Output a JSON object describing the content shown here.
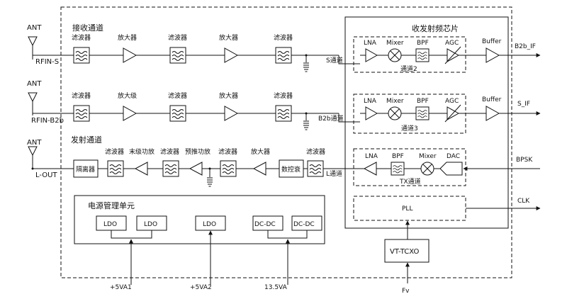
{
  "diagram": {
    "receive_title": "接收通道",
    "transmit_title": "发射通道",
    "chip_title": "收发射频芯片",
    "power_title": "电源管理单元"
  },
  "antennas": {
    "ant_label": "ANT",
    "ports": [
      "RFIN-S",
      "RFIN-B2b",
      "L-OUT"
    ]
  },
  "rx1": {
    "labels": [
      "滤波器",
      "放大器",
      "滤波器",
      "放大器",
      "滤波器"
    ],
    "channel": "S通道"
  },
  "rx2": {
    "labels": [
      "滤波器",
      "放大级",
      "滤波器",
      "放大器",
      "滤波器"
    ],
    "channel": "B2b通道"
  },
  "tx": {
    "labels": [
      "滤波器",
      "末级功放",
      "滤波器",
      "预推功放",
      "滤波器",
      "放大器",
      "滤波器"
    ],
    "isolator": "隔离器",
    "attenuator": "数控衰",
    "channel": "L通道"
  },
  "chip": {
    "ch1": {
      "lna": "LNA",
      "mixer": "Mixer",
      "bpf": "BPF",
      "agc": "AGC",
      "name": "通道2"
    },
    "ch2": {
      "lna": "LNA",
      "mixer": "Mixer",
      "bpf": "BPF",
      "agc": "AGC",
      "name": "通道3"
    },
    "tx": {
      "lna": "LNA",
      "bpf": "BPF",
      "mixer": "Mixer",
      "dac": "DAC",
      "name": "TX通道"
    },
    "pll": "PLL",
    "buffer": "Buffer"
  },
  "outputs": [
    "B2b_IF",
    "S_IF",
    "BPSK",
    "CLK"
  ],
  "power": {
    "ldo": "LDO",
    "dcdc": "DC-DC",
    "inputs": [
      "+5VA1",
      "+5VA2",
      "13.5VA"
    ]
  },
  "tcxo": {
    "label": "VT-TCXO",
    "input": "Fv"
  }
}
